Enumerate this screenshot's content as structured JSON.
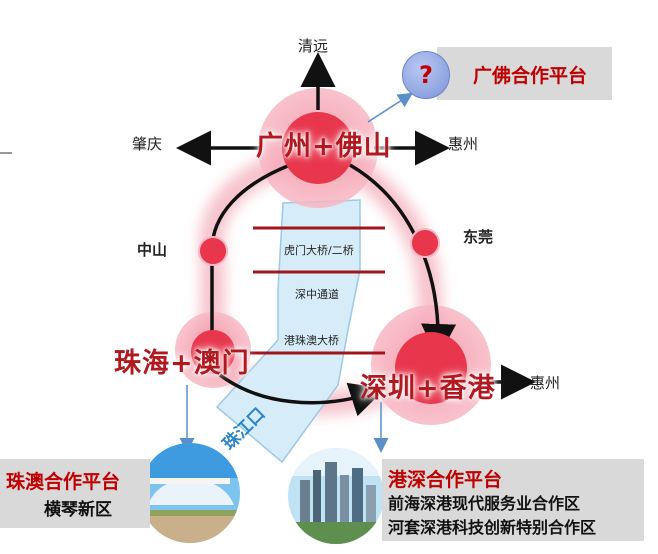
{
  "cities": {
    "qingyuan": "清远",
    "zhaoqing": "肇庆",
    "huizhou_top": "惠州",
    "zhongshan": "中山",
    "dongguan": "东莞",
    "huizhou_bottom": "惠州"
  },
  "hubs": {
    "guangzhou_foshan": "广州+佛山",
    "zhuhai_macau": "珠海+澳门",
    "shenzhen_hongkong": "深圳+香港"
  },
  "infrastructure": {
    "humen_bridge": "虎门大桥/二桥",
    "shenzhong_channel": "深中通道",
    "hzmb": "港珠澳大桥"
  },
  "river": "珠江口",
  "platforms": {
    "guangfo": {
      "question_mark": "?",
      "title": "广佛合作平台"
    },
    "zhuao": {
      "title": "珠澳合作平台",
      "subtitle": "横琴新区"
    },
    "gangshen": {
      "title": "港深合作平台",
      "lines": [
        "前海深港现代服务业合作区",
        "河套深港科技创新特别合作区"
      ]
    }
  },
  "colors": {
    "hub_red": "#e8364d",
    "hub_halo": "#f4a3b0",
    "river_fill": "#d6ecf8",
    "label_red": "#b1181f",
    "panel_gray": "#d9d9d9",
    "line_dark_red": "#a3141d"
  }
}
